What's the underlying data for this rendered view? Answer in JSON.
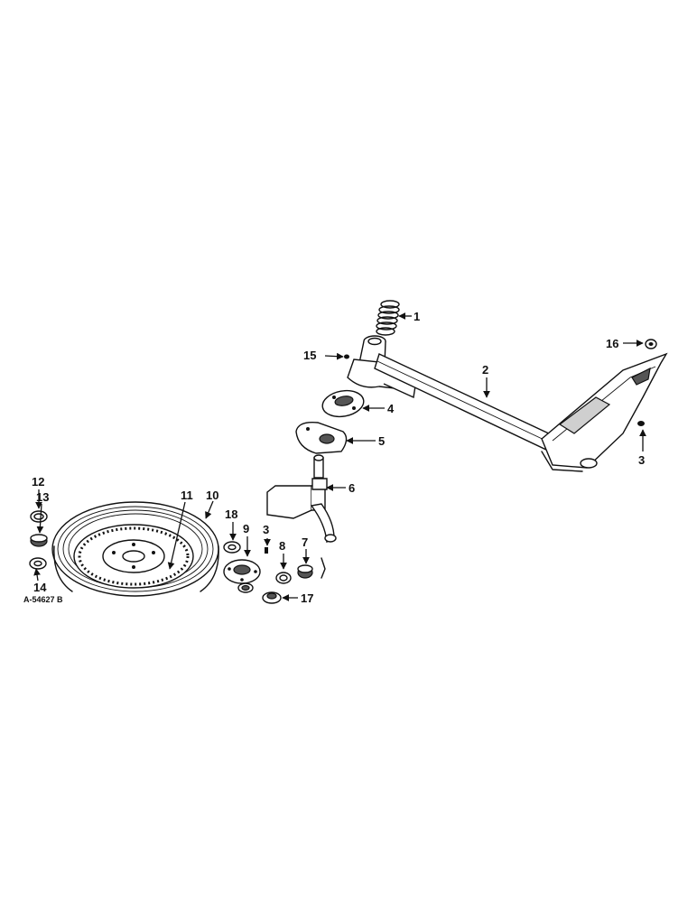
{
  "diagram": {
    "reference_number": "A-54627 B",
    "callouts": [
      {
        "id": "c1",
        "label": "1"
      },
      {
        "id": "c2",
        "label": "2"
      },
      {
        "id": "c3a",
        "label": "3"
      },
      {
        "id": "c3b",
        "label": "3"
      },
      {
        "id": "c4",
        "label": "4"
      },
      {
        "id": "c5",
        "label": "5"
      },
      {
        "id": "c6",
        "label": "6"
      },
      {
        "id": "c7",
        "label": "7"
      },
      {
        "id": "c8",
        "label": "8"
      },
      {
        "id": "c9",
        "label": "9"
      },
      {
        "id": "c10",
        "label": "10"
      },
      {
        "id": "c11",
        "label": "11"
      },
      {
        "id": "c12",
        "label": "12"
      },
      {
        "id": "c13",
        "label": "13"
      },
      {
        "id": "c14",
        "label": "14"
      },
      {
        "id": "c15",
        "label": "15"
      },
      {
        "id": "c16",
        "label": "16"
      },
      {
        "id": "c17",
        "label": "17"
      },
      {
        "id": "c18",
        "label": "18"
      }
    ]
  }
}
